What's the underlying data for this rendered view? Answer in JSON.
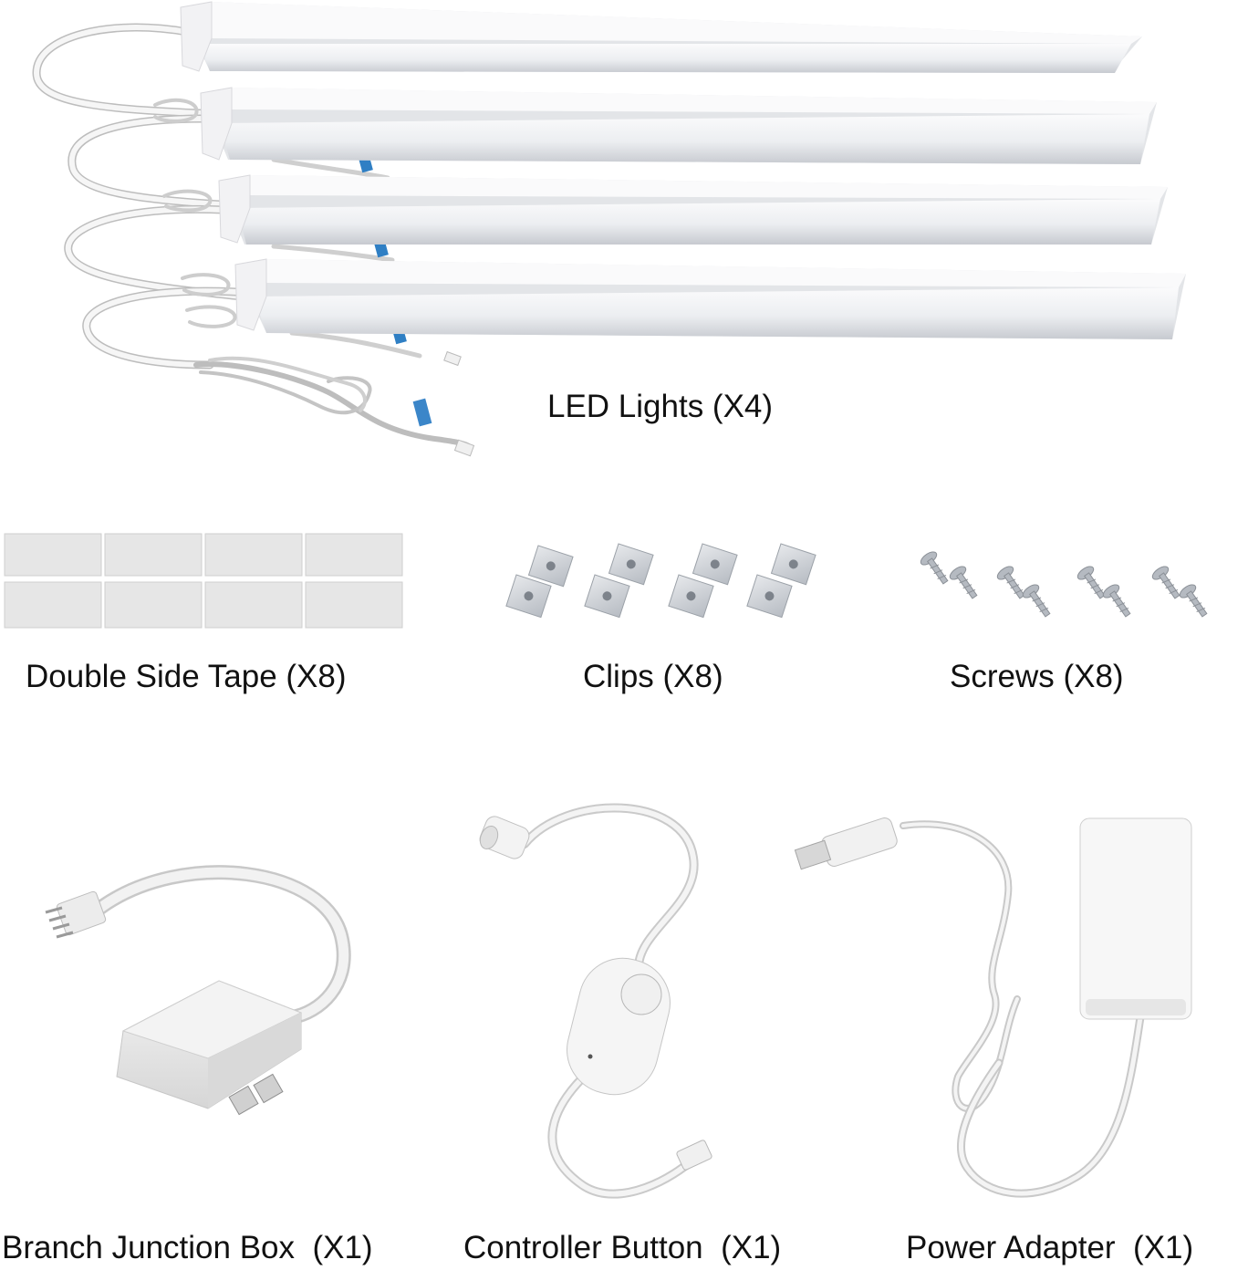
{
  "captions": {
    "led_lights": "LED Lights (X4)",
    "double_side_tape": "Double Side Tape (X8)",
    "clips": "Clips (X8)",
    "screws": "Screws (X8)",
    "branch_junction_box": "Branch Junction Box  (X1)",
    "controller_button": "Controller Button  (X1)",
    "power_adapter": "Power Adapter  (X1)"
  },
  "colors": {
    "background": "#ffffff",
    "bar_light": "#f4f4f6",
    "bar_shadow": "#c9ccd2",
    "cable": "#f5f5f5",
    "cable_outline": "#b9b9b9",
    "connector_blue": "#2f7fc4",
    "metal": "#9aa0a8"
  }
}
